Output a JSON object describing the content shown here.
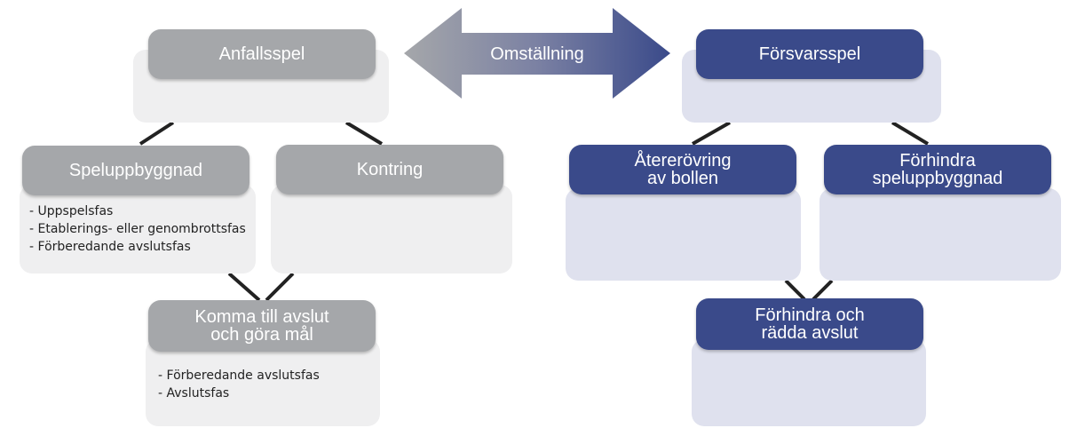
{
  "center": {
    "arrow_label": "Omställning"
  },
  "offense": {
    "title": "Anfallsspel",
    "buildup": {
      "title": "Speluppbyggnad",
      "items": [
        "Uppspelsfas",
        "Etablerings- eller genombrottsfas",
        "Förberedande avslutsfas"
      ]
    },
    "counter": {
      "title": "Kontring"
    },
    "finish": {
      "title": "Komma till avslut\noch göra mål",
      "items": [
        "Förberedande avslutsfas",
        "Avslutsfas"
      ]
    }
  },
  "defense": {
    "title": "Försvarsspel",
    "recover": {
      "title": "Återerövring\nav bollen"
    },
    "prevent_buildup": {
      "title": "Förhindra\nspeluppbyggnad"
    },
    "prevent_finish": {
      "title": "Förhindra och\nrädda avslut"
    }
  },
  "colors": {
    "offense": "#a5a7aa",
    "defense": "#3a4a8a",
    "offense_panel": "#efeff0",
    "defense_panel": "#dfe1ee"
  }
}
